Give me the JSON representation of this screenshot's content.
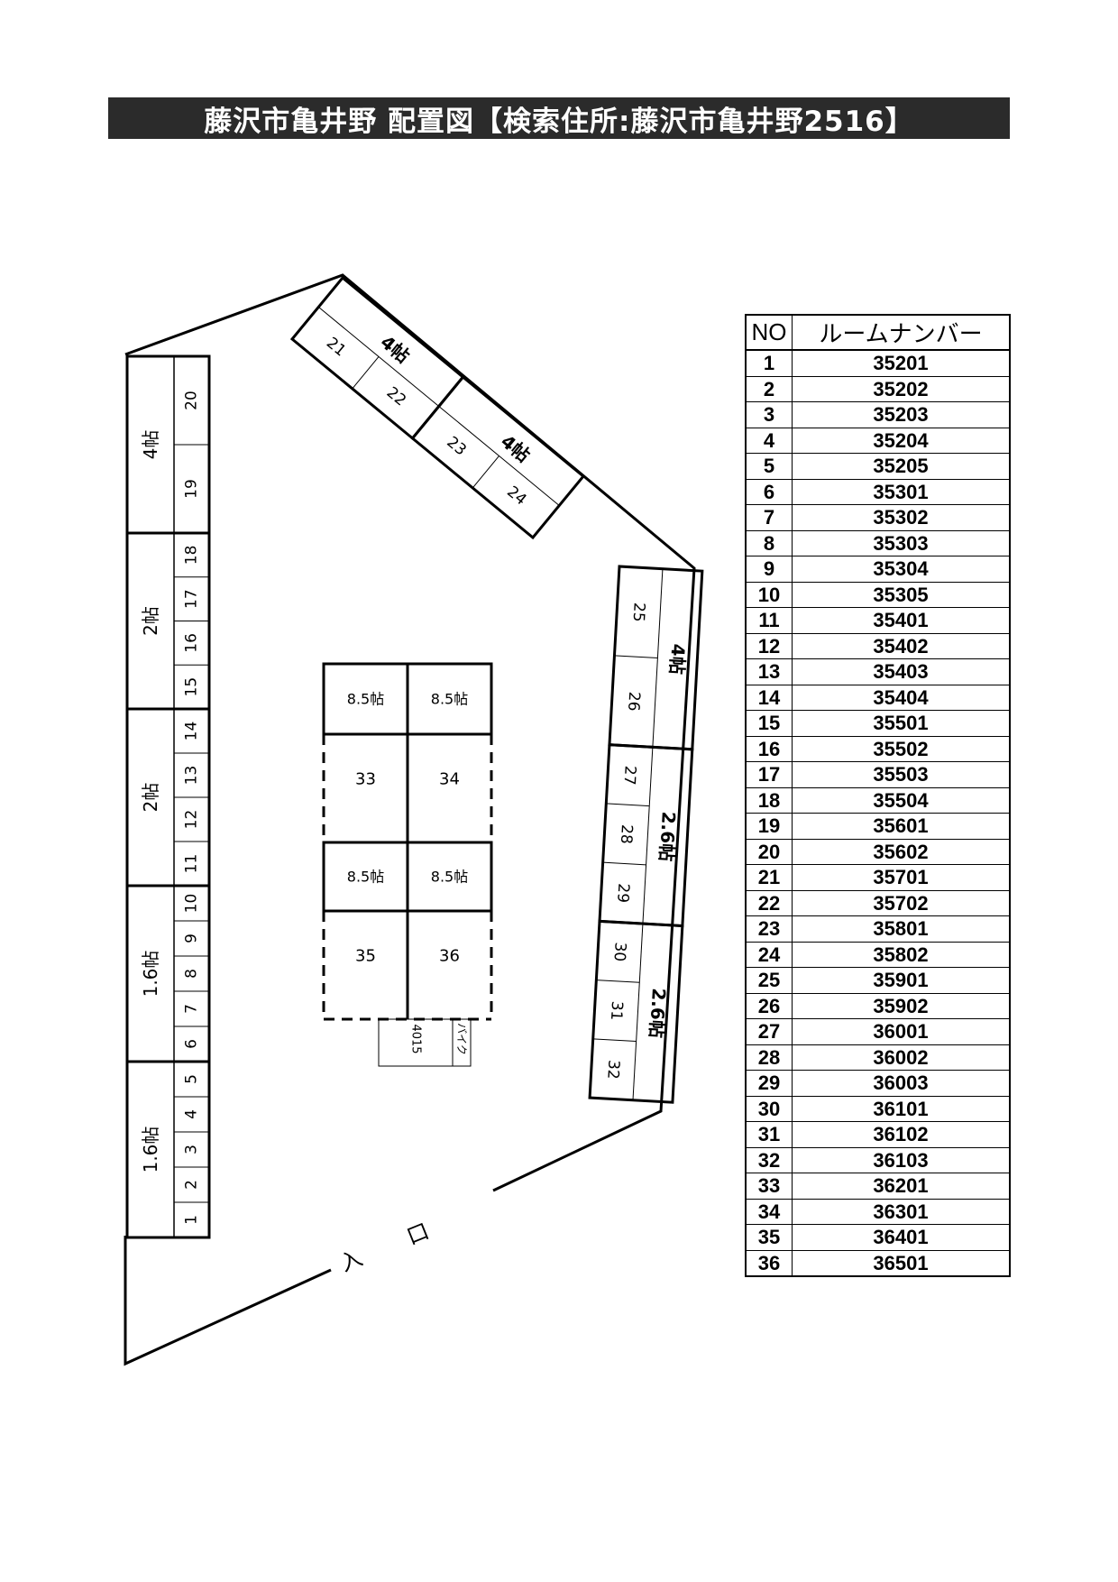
{
  "title": "藤沢市亀井野 配置図【検索住所:藤沢市亀井野2516】",
  "entrance_label": "入 口",
  "plan": {
    "left_blocks": [
      {
        "label": "4帖",
        "units": [
          "19",
          "20"
        ]
      },
      {
        "label": "2帖",
        "units": [
          "15",
          "16",
          "17",
          "18"
        ]
      },
      {
        "label": "2帖",
        "units": [
          "11",
          "12",
          "13",
          "14"
        ]
      },
      {
        "label": "1.6帖",
        "units": [
          "6",
          "7",
          "8",
          "9",
          "10"
        ]
      },
      {
        "label": "1.6帖",
        "units": [
          "1",
          "2",
          "3",
          "4",
          "5"
        ]
      }
    ],
    "top_blocks": [
      {
        "label": "4帖",
        "units": [
          "21",
          "22"
        ]
      },
      {
        "label": "4帖",
        "units": [
          "23",
          "24"
        ]
      }
    ],
    "right_blocks": [
      {
        "label": "4帖",
        "units": [
          "25",
          "26"
        ]
      },
      {
        "label": "2.6帖",
        "units": [
          "27",
          "28",
          "29"
        ]
      },
      {
        "label": "2.6帖",
        "units": [
          "30",
          "31",
          "32"
        ]
      }
    ],
    "center": {
      "size_labels": [
        "8.5帖",
        "8.5帖",
        "8.5帖",
        "8.5帖"
      ],
      "units": [
        "33",
        "34",
        "35",
        "36"
      ],
      "small_box_label": "4015",
      "bike_label": "バイク"
    }
  },
  "room_table": {
    "header_no": "NO",
    "header_room": "ルームナンバー",
    "rows": [
      {
        "no": "1",
        "room": "35201"
      },
      {
        "no": "2",
        "room": "35202"
      },
      {
        "no": "3",
        "room": "35203"
      },
      {
        "no": "4",
        "room": "35204"
      },
      {
        "no": "5",
        "room": "35205"
      },
      {
        "no": "6",
        "room": "35301"
      },
      {
        "no": "7",
        "room": "35302"
      },
      {
        "no": "8",
        "room": "35303"
      },
      {
        "no": "9",
        "room": "35304"
      },
      {
        "no": "10",
        "room": "35305"
      },
      {
        "no": "11",
        "room": "35401"
      },
      {
        "no": "12",
        "room": "35402"
      },
      {
        "no": "13",
        "room": "35403"
      },
      {
        "no": "14",
        "room": "35404"
      },
      {
        "no": "15",
        "room": "35501"
      },
      {
        "no": "16",
        "room": "35502"
      },
      {
        "no": "17",
        "room": "35503"
      },
      {
        "no": "18",
        "room": "35504"
      },
      {
        "no": "19",
        "room": "35601"
      },
      {
        "no": "20",
        "room": "35602"
      },
      {
        "no": "21",
        "room": "35701"
      },
      {
        "no": "22",
        "room": "35702"
      },
      {
        "no": "23",
        "room": "35801"
      },
      {
        "no": "24",
        "room": "35802"
      },
      {
        "no": "25",
        "room": "35901"
      },
      {
        "no": "26",
        "room": "35902"
      },
      {
        "no": "27",
        "room": "36001"
      },
      {
        "no": "28",
        "room": "36002"
      },
      {
        "no": "29",
        "room": "36003"
      },
      {
        "no": "30",
        "room": "36101"
      },
      {
        "no": "31",
        "room": "36102"
      },
      {
        "no": "32",
        "room": "36103"
      },
      {
        "no": "33",
        "room": "36201"
      },
      {
        "no": "34",
        "room": "36301"
      },
      {
        "no": "35",
        "room": "36401"
      },
      {
        "no": "36",
        "room": "36501"
      }
    ]
  }
}
